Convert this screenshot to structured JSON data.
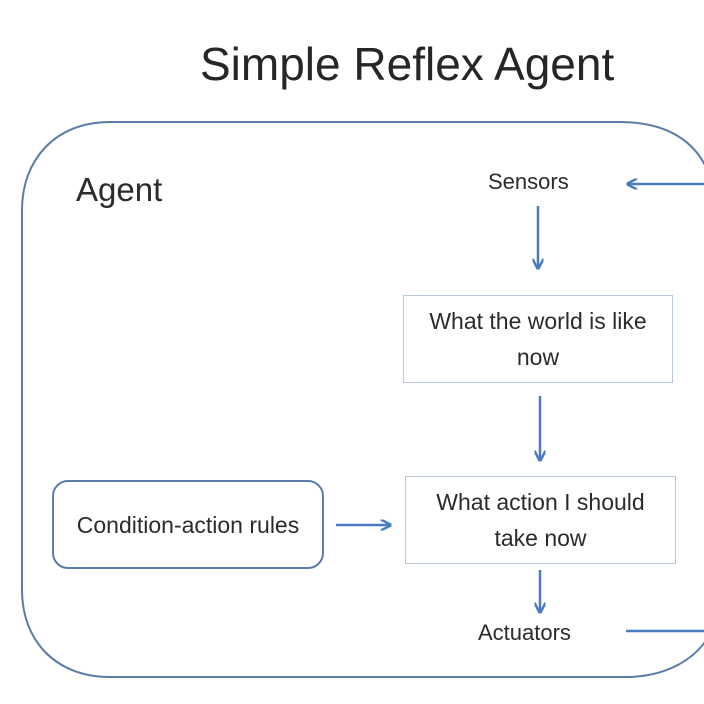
{
  "diagram": {
    "title": "Simple Reflex Agent",
    "container_label": "Agent",
    "sensors_label": "Sensors",
    "actuators_label": "Actuators",
    "boxes": {
      "world_state": "What the world is like now",
      "action_choice": "What action I should take now",
      "rules": "Condition-action rules"
    },
    "colors": {
      "outline": "#5a7ca8",
      "arrow": "#4a7cc0",
      "box_border": "#b9c8da",
      "text": "#2b2b2b"
    }
  }
}
